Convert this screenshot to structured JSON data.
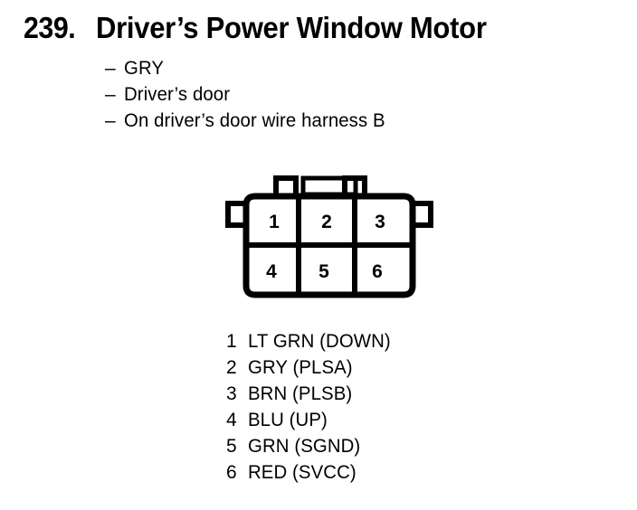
{
  "page": {
    "background_color": "#ffffff",
    "ink_color": "#000000"
  },
  "header": {
    "entry_number": "239.",
    "title": "Driver’s Power Window Motor"
  },
  "notes": {
    "dash": "–",
    "items": [
      {
        "text": "GRY"
      },
      {
        "text": "Driver’s door"
      },
      {
        "text": "On driver’s door wire harness B"
      }
    ]
  },
  "connector": {
    "name": "6-pin-connector",
    "rows": 2,
    "columns": 3,
    "pins": [
      {
        "number": "1"
      },
      {
        "number": "2"
      },
      {
        "number": "3"
      },
      {
        "number": "4"
      },
      {
        "number": "5"
      },
      {
        "number": "6"
      }
    ]
  },
  "legend": {
    "rows": [
      {
        "num": "1",
        "label": "LT GRN (DOWN)"
      },
      {
        "num": "2",
        "label": "GRY (PLSA)"
      },
      {
        "num": "3",
        "label": "BRN (PLSB)"
      },
      {
        "num": "4",
        "label": "BLU (UP)"
      },
      {
        "num": "5",
        "label": "GRN (SGND)"
      },
      {
        "num": "6",
        "label": "RED (SVCC)"
      }
    ]
  }
}
